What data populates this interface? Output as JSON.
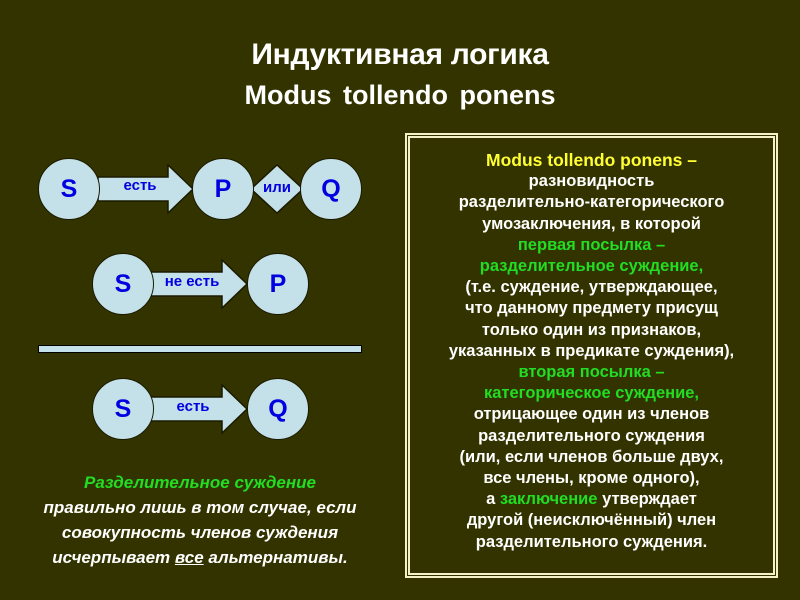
{
  "header": {
    "title": "Индуктивная логика",
    "subtitle": "Modus tollendo ponens"
  },
  "colors": {
    "background": "#333300",
    "node_fill": "#c4e0e8",
    "node_text": "#0000e0",
    "highlight_green": "#22dd22",
    "highlight_yellow": "#ffff33",
    "text": "#ffffff"
  },
  "diagram": {
    "row1": {
      "subject": "S",
      "arrow_label": "есть",
      "predicate": "P",
      "connector": "или",
      "alternative": "Q"
    },
    "row2": {
      "subject": "S",
      "arrow_label": "не есть",
      "predicate": "P"
    },
    "row3": {
      "subject": "S",
      "arrow_label": "есть",
      "predicate": "Q"
    }
  },
  "note": {
    "lead": "Разделительное суждение",
    "line2": "правильно лишь в том случае, если",
    "line3": "совокупность  членов суждения",
    "line4_a": "исчерпывает ",
    "line4_underlined": "все",
    "line4_b": " альтернативы."
  },
  "definition": {
    "term": "Modus  tollendo  ponens  –",
    "l1": "разновидность",
    "l2": "разделительно-категорического",
    "l3": "умозаключения, в которой",
    "g1": "первая посылка –",
    "g2": "разделительное суждение,",
    "l4": "(т.е. суждение, утверждающее,",
    "l5": "что данному предмету присущ",
    "l6": "только один из признаков,",
    "l7": "указанных в предикате суждения),",
    "g3": "вторая посылка –",
    "g4": "категорическое суждение,",
    "l8": "отрицающее один из членов",
    "l9": "разделительного суждения",
    "l10": "(или, если членов больше двух,",
    "l11": "все члены, кроме одного),",
    "l12_a": "а ",
    "l12_green": "заключение",
    "l12_b": " утверждает",
    "l13": "другой (неисключённый) член",
    "l14": "разделительного суждения."
  }
}
